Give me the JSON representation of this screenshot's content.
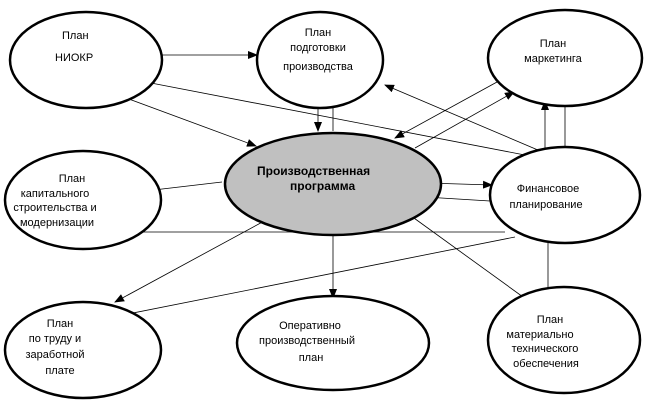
{
  "nodes": {
    "niokr": [
      "План",
      "НИОКР"
    ],
    "prep": [
      "План",
      "подготовки",
      "производства"
    ],
    "marketing": [
      "План",
      "маркетинга"
    ],
    "center": [
      "Производственная",
      "программа"
    ],
    "capital": [
      "План",
      "капитального",
      "строительства и",
      "модернизации"
    ],
    "finance": [
      "Финансовое",
      "планирование"
    ],
    "labor": [
      "План",
      "по труду и",
      "заработной",
      "плате"
    ],
    "operative": [
      "Оперативно",
      "производственный",
      "план"
    ],
    "supply": [
      "План",
      "материально",
      "технического",
      "обеспечения"
    ]
  },
  "colors": {
    "center_fill": "#c0c0c0",
    "stroke": "#000000"
  }
}
